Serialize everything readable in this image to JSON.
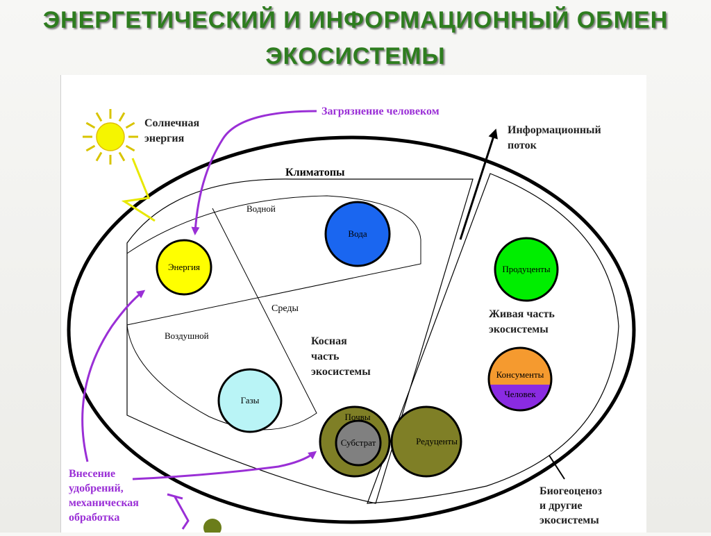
{
  "title": {
    "line1": "ЭНЕРГЕТИЧЕСКИЙ И ИНФОРМАЦИОННЫЙ ОБМЕН",
    "line2": "ЭКОСИСТЕМЫ"
  },
  "labels": {
    "solar_energy": [
      "Солнечная",
      "энергия"
    ],
    "human_pollution": "Загрязнение человеком",
    "info_flow": [
      "Информационный",
      "поток"
    ],
    "climatopes": "Климатопы",
    "water_env": "Водной",
    "air_env": "Воздушной",
    "environments": "Среды",
    "abiotic_part": [
      "Косная",
      "часть",
      "экосистемы"
    ],
    "living_part": [
      "Живая часть",
      "экосистемы"
    ],
    "fertilizers": [
      "Внесение",
      "удобрений,",
      "механическая",
      "обработка"
    ],
    "biogeocenosis": [
      "Биогеоценоз",
      "и другие",
      "экосистемы"
    ]
  },
  "nodes": {
    "energy": "Энергия",
    "water": "Вода",
    "gases": "Газы",
    "soils": "Почвы",
    "substrate": "Субстрат",
    "reducers": "Редуценты",
    "producers": "Продуценты",
    "consumers": "Консументы",
    "human": "Человек"
  },
  "colors": {
    "title_green": "#2e7d1f",
    "pollution_purple": "#9a2fd6",
    "sun_yellow": "#f5f500",
    "energy_yellow": "#ffff00",
    "water_blue": "#1a66f0",
    "gases_cyan": "#b9f4f6",
    "soil_olive": "#7f7f26",
    "substrate_gray": "#808080",
    "producers_green": "#00ee00",
    "consumers_orange": "#f59a2f",
    "human_purple": "#8a2be2"
  }
}
